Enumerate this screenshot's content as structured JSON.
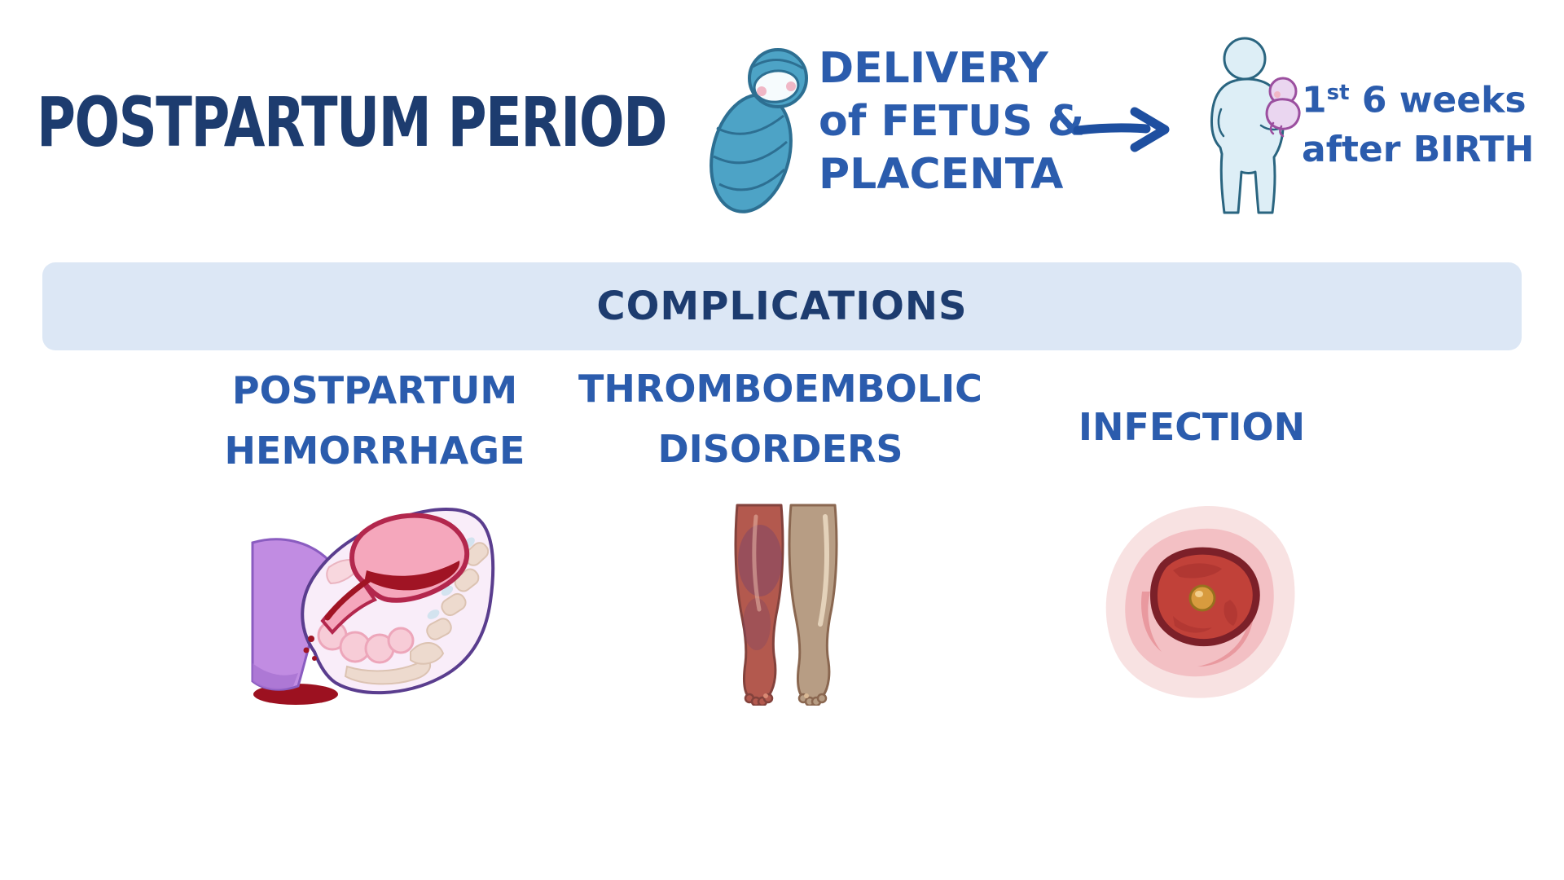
{
  "colors": {
    "navy": "#1d3c6f",
    "blue": "#2b5cad",
    "arrow_blue": "#1e4fa0",
    "banner_bg": "#dce7f5",
    "background": "#ffffff"
  },
  "header": {
    "title": "POSTPARTUM PERIOD",
    "delivery_lines": [
      "DELIVERY",
      "of FETUS &",
      "PLACENTA"
    ],
    "after_birth": {
      "num": "1",
      "sup": "st",
      "line1_rest": " 6 weeks",
      "line2": "after BIRTH"
    }
  },
  "banner": {
    "label": "COMPLICATIONS"
  },
  "complications": [
    {
      "id": "postpartum-hemorrhage",
      "title_lines": [
        "POSTPARTUM",
        "HEMORRHAGE"
      ],
      "illustration": "uterus-bleeding-illustration"
    },
    {
      "id": "thromboembolic-disorders",
      "title_lines": [
        "THROMBOEMBOLIC",
        "DISORDERS"
      ],
      "illustration": "swollen-leg-illustration"
    },
    {
      "id": "infection",
      "title_lines": [
        "INFECTION"
      ],
      "illustration": "infected-wound-illustration"
    }
  ],
  "icons": {
    "arrow": "right-arrow",
    "newborn": "swaddled-newborn",
    "parent": "parent-holding-baby"
  }
}
